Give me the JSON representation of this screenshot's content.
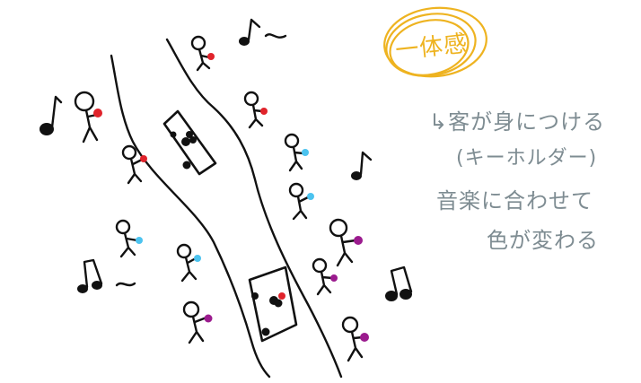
{
  "title": "一体感",
  "notes": {
    "line1": "↳客が身につける",
    "line2": "(キーホルダー)",
    "line3": "音楽に合わせて",
    "line4": "色が変わる"
  },
  "colors": {
    "ink": "#111111",
    "highlight": "#eeb320",
    "note_text": "#7e8c92",
    "red": "#e0232b",
    "blue": "#4cc3ef",
    "purple": "#9b1b8e"
  },
  "icons": [
    "music-note-icon",
    "tilde-mark"
  ]
}
